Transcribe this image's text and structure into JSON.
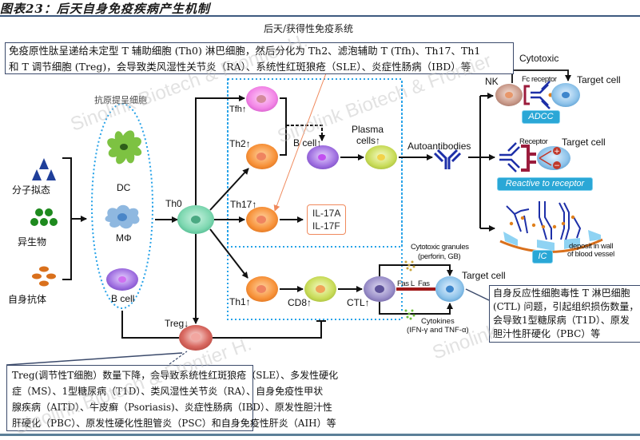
{
  "figure_title": "图表23：后天自身免疫疾病产生机制",
  "section_title": "后天/获得性免疫系统",
  "notes": {
    "top": [
      "免疫原性肽呈递给未定型 T 辅助细胞 (Th0) 淋巴细胞，然后分化为 Th2、滤泡辅助 T (Tfh)、Th17、Th1",
      "和 T 调节细胞 (Treg)，会导致类风湿性关节炎（RA）、系统性红斑狼疮（SLE）、炎症性肠病（IBD）等"
    ],
    "right": [
      "自身反应性细胞毒性 T 淋巴细胞",
      "(CTL) 问题，引起组织损伤数量，",
      "会导致1型糖尿病（T1D）、原发",
      "胆汁性肝硬化（PBC）等"
    ],
    "bottom": [
      "Treg(调节性T细胞）数量下降，会导致系统性红斑狼疮（SLE）、多发性硬化",
      "症（MS）、1型糖尿病（T1D）、类风湿性关节炎（RA）、自身免疫性甲状",
      "腺疾病（AITD）、牛皮癣（Psoriasis)、炎症性肠病（IBD）、原发性胆汁性",
      "肝硬化（PBC）、原发性硬化性胆管炎（PSC）和自身免疫性肝炎（AIH）等"
    ]
  },
  "triggers": {
    "items": [
      {
        "label": "分子拟态",
        "icon": "triangle-cluster-icon",
        "color": "#1f3f9a"
      },
      {
        "label": "异生物",
        "icon": "star-cluster-icon",
        "color": "#1e8a1e"
      },
      {
        "label": "自身抗体",
        "icon": "oval-cluster-icon",
        "color": "#d9701c"
      }
    ]
  },
  "apc": {
    "title": "抗原提呈细胞",
    "cells": [
      {
        "label": "DC",
        "color": "#7dc242"
      },
      {
        "label": "MΦ",
        "color": "#8fb8e0"
      },
      {
        "label": "B cell",
        "color": "#a070d8"
      }
    ]
  },
  "tcells": {
    "th0": "Th0",
    "tfh": "Tfh↑",
    "th2": "Th2↑",
    "th17": "Th17↑",
    "th1": "Th1↑",
    "treg": "Treg↓",
    "bcell": "B cell↑",
    "plasma_line1": "Plasma",
    "plasma_line2": "cells↑",
    "il17a": "IL-17A",
    "il17f": "IL-17F",
    "cd8": "CD8↑",
    "ctl": "CTL↑"
  },
  "effector": {
    "autoantibodies": "Autoantibodies",
    "nk": "NK",
    "cytotoxic": "Cytotoxic",
    "fc_receptor": "Fc receptor",
    "target_cell": "Target cell",
    "adcc": "ADCC",
    "receptor": "Receptor",
    "reactive": "Reactive to receptor",
    "ic": "IC",
    "deposit_line1": "deposit in wall",
    "deposit_line2": "of blood vessel",
    "granules_line1": "Cytotoxic granules",
    "granules_line2": "(perforin, GB)",
    "fasl": "Fas L",
    "fas": "Fas",
    "cytokines_line1": "Cytokines",
    "cytokines_line2": "(IFN-γ and TNF-α)"
  },
  "watermarks": [
    "Sinolink Biotech & Frontier H.",
    "Sinolink Biotech & Frontier",
    "Sinolink Biotech & Frontier H.",
    "Sinolink"
  ],
  "colors": {
    "title_rule": "#3d5a80",
    "dotted_border": "#29a3e8",
    "orange_cell": "#f5892e",
    "th0_cell": "#6fd0a8",
    "tfh_cell": "#f07ee6",
    "antibody": "#1d2fa8",
    "receptor": "#9b1c3c"
  }
}
